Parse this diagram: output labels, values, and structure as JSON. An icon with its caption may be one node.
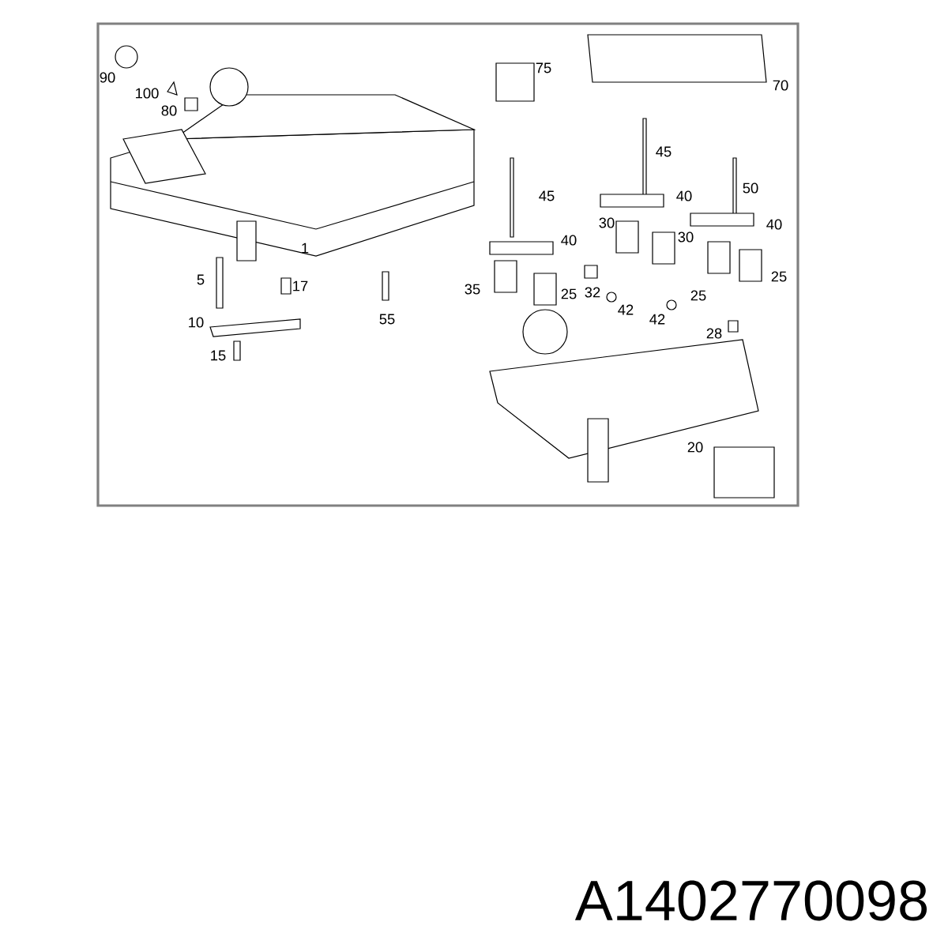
{
  "diagram": {
    "labels": [
      "90",
      "100",
      "80",
      "75",
      "70",
      "45",
      "45",
      "40",
      "50",
      "1",
      "40",
      "30",
      "30",
      "40",
      "5",
      "17",
      "35",
      "25",
      "32",
      "25",
      "25",
      "10",
      "55",
      "42",
      "42",
      "28",
      "15",
      "20",
      "A1402770098"
    ]
  }
}
